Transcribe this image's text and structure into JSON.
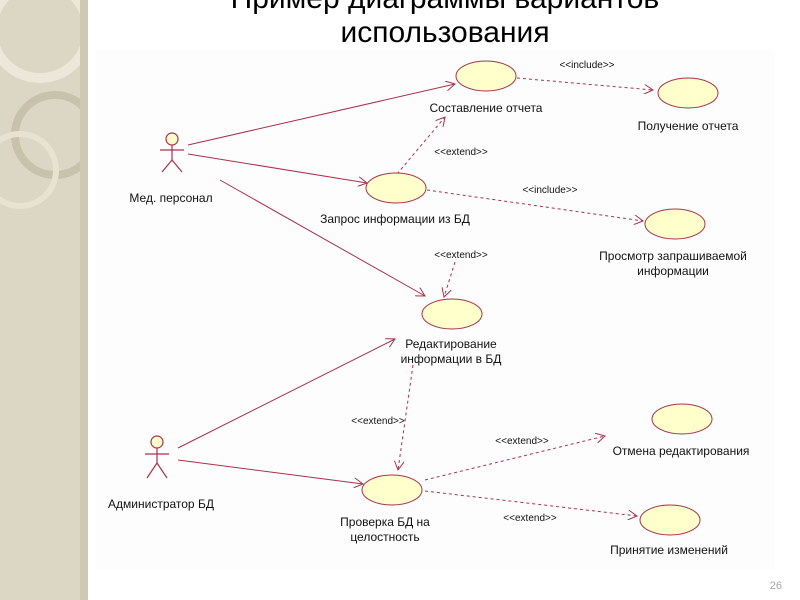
{
  "slide": {
    "title_line1": "Пример диаграммы вариантов",
    "title_line2": "использования",
    "page_number": "26"
  },
  "diagram": {
    "actors": {
      "medical_staff": "Мед. персонал",
      "db_admin": "Администратор БД"
    },
    "use_cases": {
      "compose_report": "Составление отчета",
      "get_report": "Получение отчета",
      "db_query": "Запрос информации из БД",
      "view_requested_1": "Просмотр запрашиваемой",
      "view_requested_2": "информации",
      "edit_info_1": "Редактирование",
      "edit_info_2": "информации в БД",
      "cancel_edit": "Отмена редактирования",
      "db_check_1": "Проверка БД на",
      "db_check_2": "целостность",
      "accept_changes": "Принятие изменений"
    },
    "stereotypes": {
      "include": "<<include>>",
      "extend": "<<extend>>"
    },
    "colors": {
      "use_case_fill": "#ffffcc",
      "line": "#a8324a",
      "sidebar": "#dcd6c4"
    }
  }
}
